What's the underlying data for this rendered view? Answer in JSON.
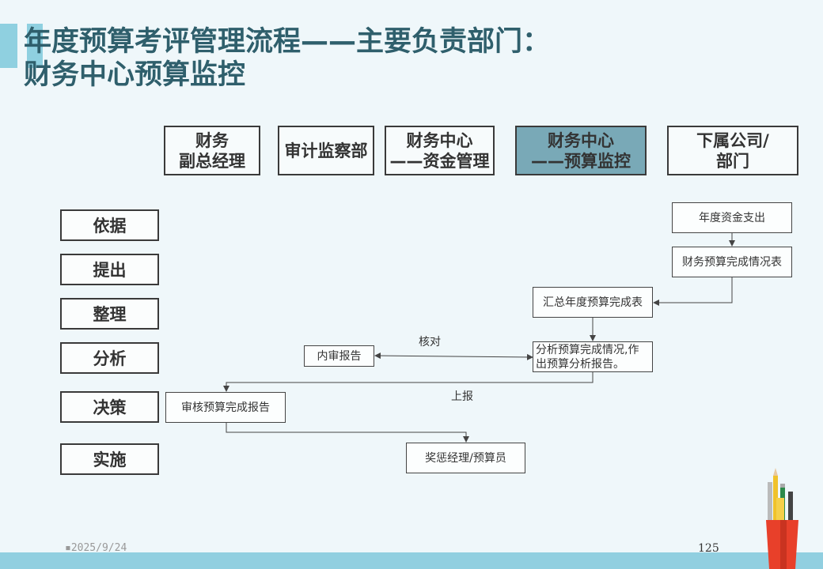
{
  "title": {
    "line1": "年度预算考评管理流程——主要负责部门：",
    "line2": "财务中心预算监控"
  },
  "departments": [
    {
      "line1": "财务",
      "line2": "副总经理"
    },
    {
      "line1": "审计监察部",
      "line2": ""
    },
    {
      "line1": "财务中心",
      "line2": "——资金管理"
    },
    {
      "line1": "财务中心",
      "line2": "——预算监控"
    },
    {
      "line1": "下属公司/",
      "line2": "部门"
    }
  ],
  "stages": [
    "依据",
    "提出",
    "整理",
    "分析",
    "决策",
    "实施"
  ],
  "nodes": {
    "annual_spend": "年度资金支出",
    "completion_table": "财务预算完成情况表",
    "summary_table": "汇总年度预算完成表",
    "analysis": "分析预算完成情况,作出预算分析报告。",
    "internal_audit": "内审报告",
    "review": "审核预算完成报告",
    "reward": "奖惩经理/预算员"
  },
  "edge_labels": {
    "verify": "核对",
    "report_up": "上报"
  },
  "footer": {
    "date": "2025/9/24",
    "page": "125"
  },
  "colors": {
    "title": "#2f5f6c",
    "accent": "#8fd0e0",
    "highlight_header": "#79a9b7",
    "pencil_cup": "#e8402a"
  }
}
